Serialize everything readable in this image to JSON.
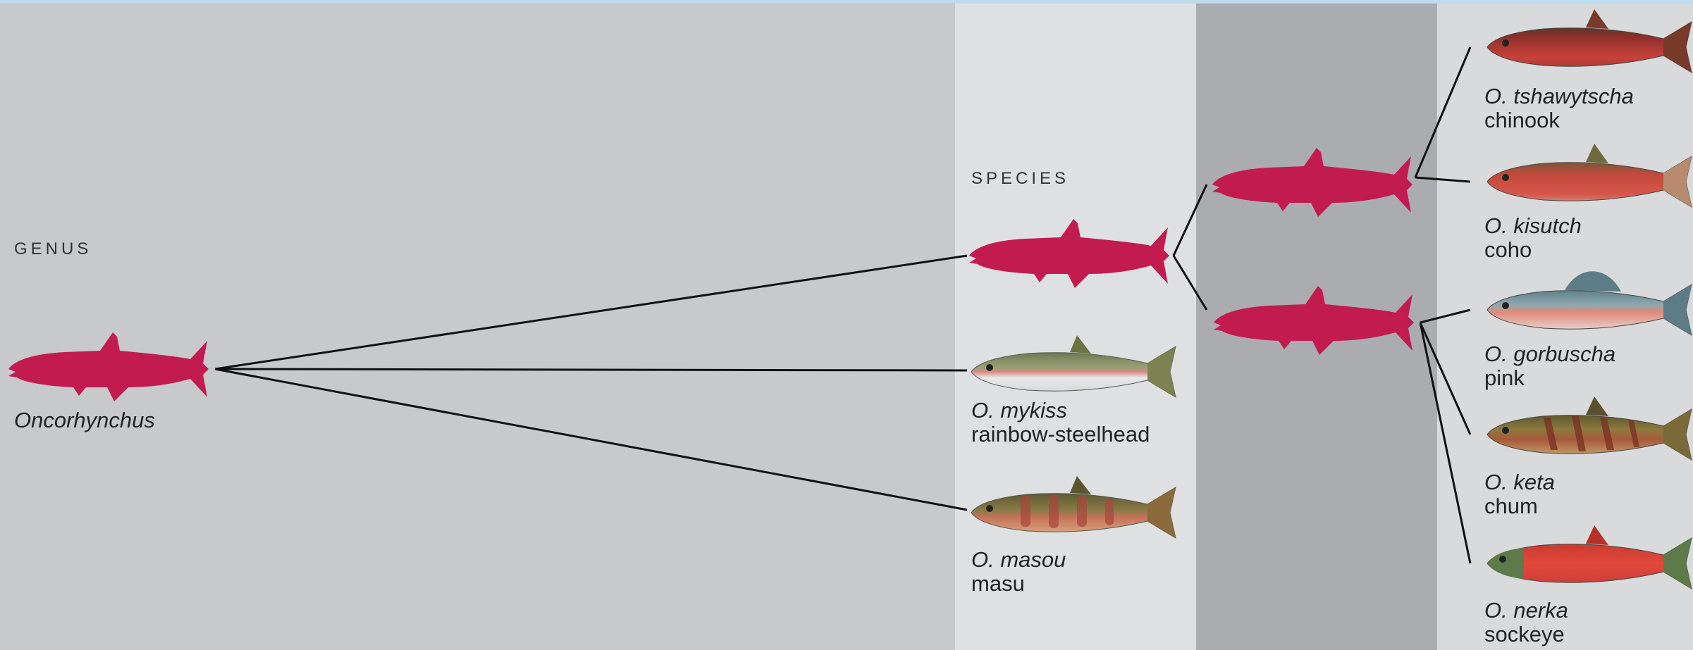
{
  "headings": {
    "genus": "GENUS",
    "species": "SPECIES"
  },
  "genus": {
    "name": "Oncorhynchus"
  },
  "species": {
    "mykiss": {
      "scientific": "O. mykiss",
      "common": "rainbow-steelhead"
    },
    "masou": {
      "scientific": "O. masou",
      "common": "masu"
    },
    "tshawytscha": {
      "scientific": "O. tshawytscha",
      "common": "chinook"
    },
    "kisutch": {
      "scientific": "O. kisutch",
      "common": "coho"
    },
    "gorbuscha": {
      "scientific": "O. gorbuscha",
      "common": "pink"
    },
    "keta": {
      "scientific": "O. keta",
      "common": "chum"
    },
    "nerka": {
      "scientific": "O. nerka",
      "common": "sockeye"
    }
  },
  "colors": {
    "silhouette": "#c21b50",
    "band_genus": "#c8c9cb",
    "band_species": "#dfe0e2",
    "band_clade": "#abacaf",
    "band_pacific": "#d9dadc",
    "line": "#111111"
  }
}
